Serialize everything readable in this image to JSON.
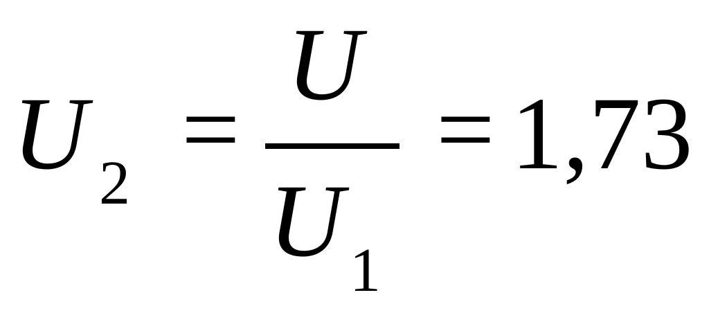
{
  "formula": {
    "lhs_symbol": "U",
    "lhs_subscript": "2",
    "equals_1": "=",
    "numerator_symbol": "U",
    "denominator_symbol": "U",
    "denominator_subscript": "1",
    "equals_2": "=",
    "result": "1,73"
  }
}
